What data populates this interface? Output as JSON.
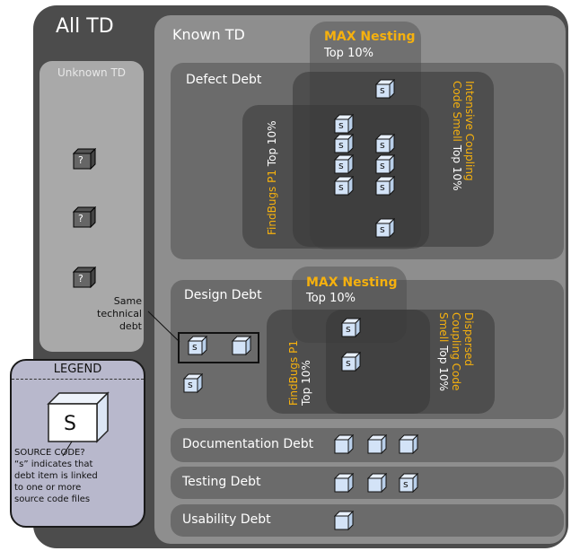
{
  "all_td_title": "All TD",
  "known_td_title": "Known TD",
  "unknown_td_title": "Unknown TD",
  "unknown_cube_label": "?",
  "cube_label": "s",
  "defect": {
    "title": "Defect Debt",
    "max_nesting": "MAX Nesting",
    "max_top": "Top 10%",
    "findbugs": "FindBugs P1",
    "findbugs_top": "Top 10%",
    "coupling_line1": "Intensive Coupling",
    "coupling_line2": "Code Smell",
    "coupling_top": "Top 10%"
  },
  "design": {
    "title": "Design Debt",
    "max_nesting": "MAX Nesting",
    "max_top": "Top 10%",
    "findbugs": "FindBugs P1",
    "findbugs_top": "Top 10%",
    "coupling_line1": "Dispersed",
    "coupling_line2": "Coupling Code",
    "coupling_line3a": "Smell",
    "coupling_top": "Top 10%"
  },
  "same_debt": [
    "Same",
    "technical",
    "debt"
  ],
  "categories": [
    {
      "label": "Documentation Debt"
    },
    {
      "label": "Testing Debt"
    },
    {
      "label": "Usability Debt"
    }
  ],
  "legend": {
    "title": "LEGEND",
    "cube_letter": "S",
    "lines": [
      "SOURCE CODE?",
      "“s” indicates that",
      "debt item is linked",
      "to one or more",
      "source code files"
    ]
  },
  "colors": {
    "outer": "#4c4c4c",
    "known": "#8e8e8e",
    "accent_orange": "#f6b10e",
    "cube_face": "#cfe0f7"
  }
}
